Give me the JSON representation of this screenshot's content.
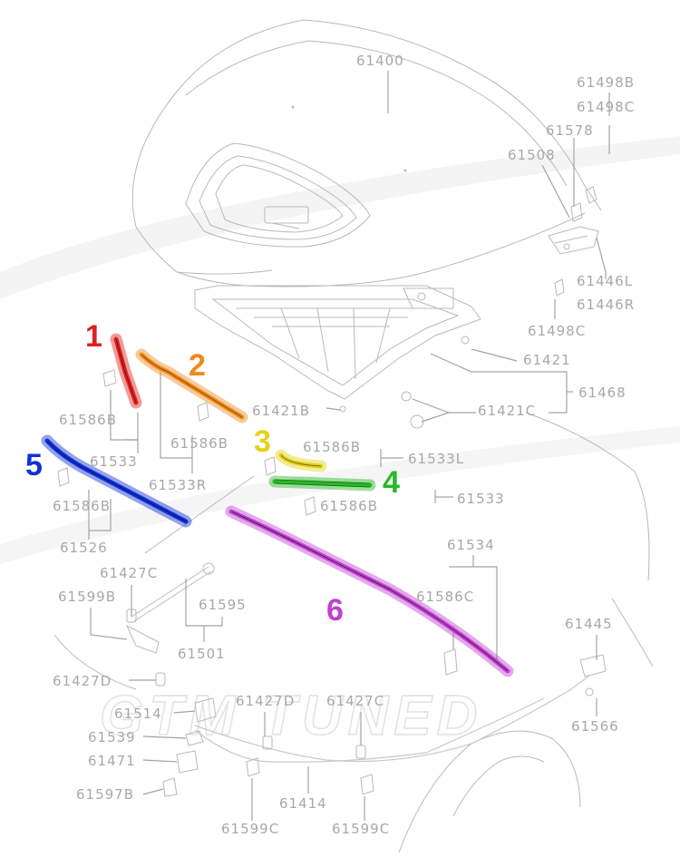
{
  "watermark": "GTM TUNED",
  "colors": {
    "strip_1": "#e02020",
    "strip_2": "#f08a1c",
    "strip_3": "#e3d21a",
    "strip_4": "#28b828",
    "strip_5": "#1030d8",
    "strip_6": "#c040d0",
    "label_gray": "#a8a8a8"
  },
  "callouts": [
    "1",
    "2",
    "3",
    "4",
    "5",
    "6"
  ],
  "labels": {
    "p61400": "61400",
    "p61498b": "61498B",
    "p61498c_top": "61498C",
    "p61578": "61578",
    "p61508": "61508",
    "p61446l": "61446L",
    "p61446r": "61446R",
    "p61498c_mid": "61498C",
    "p61421": "61421",
    "p61468": "61468",
    "p61421b": "61421B",
    "p61421c": "61421C",
    "p61586b_1": "61586B",
    "p61533": "61533",
    "p61586b_2": "61586B",
    "p61533r": "61533R",
    "p61586b_3": "61586B",
    "p61533l": "61533L",
    "p61586b_4": "61586B",
    "p61533_right": "61533",
    "p61586b_5": "61586B",
    "p61526": "61526",
    "p61534": "61534",
    "p61586c": "61586C",
    "p61427c_1": "61427C",
    "p61599b": "61599B",
    "p61595": "61595",
    "p61501": "61501",
    "p61445": "61445",
    "p61427d_1": "61427D",
    "p61514": "61514",
    "p61427d_2": "61427D",
    "p61427c_2": "61427C",
    "p61539": "61539",
    "p61566": "61566",
    "p61471": "61471",
    "p61597b": "61597B",
    "p61414": "61414",
    "p61599c_1": "61599C",
    "p61599c_2": "61599C"
  }
}
